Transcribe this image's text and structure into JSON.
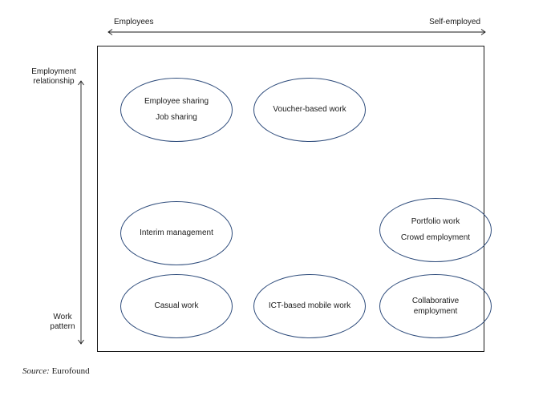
{
  "axes": {
    "horizontal_left": "Employees",
    "horizontal_right": "Self-employed",
    "vertical_top": "Employment relationship",
    "vertical_bottom": "Work pattern"
  },
  "ovals": {
    "employee_sharing": [
      "Employee sharing",
      "Job sharing"
    ],
    "voucher": [
      "Voucher-based work"
    ],
    "interim": [
      "Interim management"
    ],
    "portfolio": [
      "Portfolio work",
      "Crowd employment"
    ],
    "casual": [
      "Casual work"
    ],
    "ict": [
      "ICT-based mobile work"
    ],
    "collaborative": [
      "Collaborative employment"
    ]
  },
  "source": {
    "label": "Source:",
    "text": "Eurofound"
  },
  "colors": {
    "oval_border": "#2c4a7a",
    "text": "#1a1a1a"
  }
}
